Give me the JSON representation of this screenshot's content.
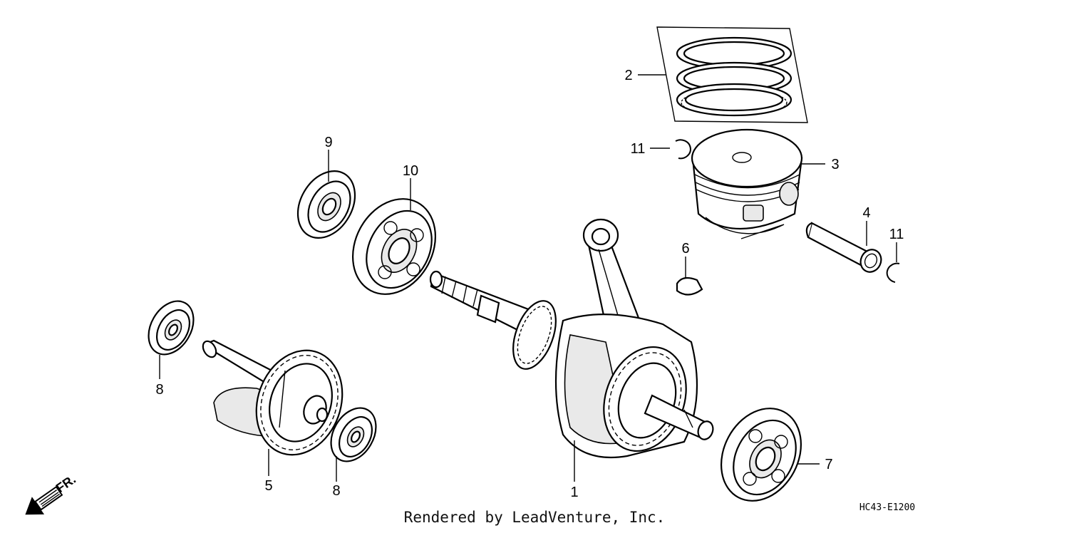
{
  "callouts": [
    {
      "id": "1",
      "label": "1"
    },
    {
      "id": "2",
      "label": "2"
    },
    {
      "id": "3",
      "label": "3"
    },
    {
      "id": "4",
      "label": "4"
    },
    {
      "id": "5",
      "label": "5"
    },
    {
      "id": "6",
      "label": "6"
    },
    {
      "id": "7",
      "label": "7"
    },
    {
      "id": "8a",
      "label": "8"
    },
    {
      "id": "8b",
      "label": "8"
    },
    {
      "id": "9",
      "label": "9"
    },
    {
      "id": "10",
      "label": "10"
    },
    {
      "id": "11a",
      "label": "11"
    },
    {
      "id": "11b",
      "label": "11"
    }
  ],
  "front_arrow_label": "FR.",
  "diagram_code": "HC43-E1200",
  "footer_text": "Rendered by LeadVenture, Inc."
}
